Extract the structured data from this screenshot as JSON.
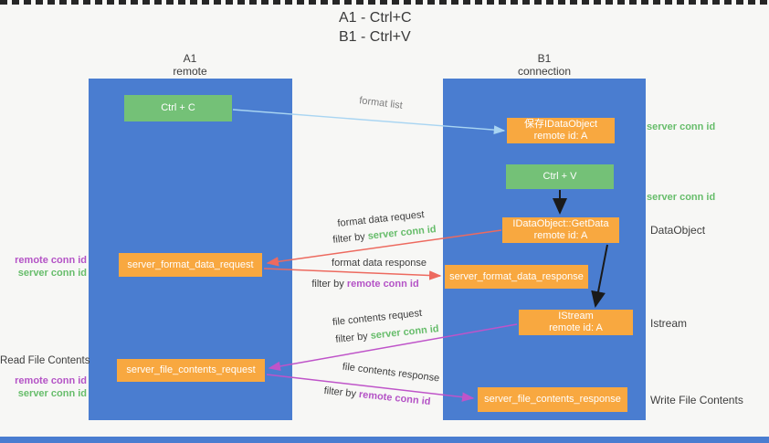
{
  "title": {
    "line1": "A1 - Ctrl+C",
    "line2": "B1 - Ctrl+V"
  },
  "columns": {
    "a": {
      "name": "A1",
      "subtitle": "remote"
    },
    "b": {
      "name": "B1",
      "subtitle": "connection"
    }
  },
  "boxes": {
    "ctrl_c": "Ctrl + C",
    "ctrl_v": "Ctrl + V",
    "save_idataobject": {
      "line1": "保存IDataObject",
      "line2": "remote id: A"
    },
    "getdata": {
      "line1": "IDataObject::GetData",
      "line2": "remote id: A"
    },
    "istream": {
      "line1": "IStream",
      "line2": "remote id: A"
    },
    "format_request": "server_format_data_request",
    "format_response": "server_format_data_response",
    "file_request": "server_file_contents_request",
    "file_response": "server_file_contents_response"
  },
  "arrow_labels": {
    "format_list": "format list",
    "format_data_request": "format data request",
    "filter_by_1_prefix": "filter by ",
    "filter_by_1_value": "server conn id",
    "format_data_response": "format data response",
    "filter_by_2_prefix": "filter by ",
    "filter_by_2_value": "remote conn id",
    "file_contents_request": "file contents request",
    "filter_by_3_prefix": "filter by ",
    "filter_by_3_value": "server conn id",
    "file_contents_response": "file contents response",
    "filter_by_4_prefix": "filter by ",
    "filter_by_4_value": "remote conn id"
  },
  "side_labels": {
    "left": {
      "remote_conn_id_1": "remote conn id",
      "server_conn_id_1": "server conn id",
      "read_file_contents": "Read File Contents",
      "remote_conn_id_2": "remote conn id",
      "server_conn_id_2": "server conn id"
    },
    "right": {
      "server_conn_id_1": "server conn id",
      "server_conn_id_2": "server conn id",
      "dataobject": "DataObject",
      "istream": "Istream",
      "write_file_contents": "Write File Contents"
    }
  },
  "colors": {
    "lane_blue": "#4a7dd0",
    "box_orange": "#f8a840",
    "box_green": "#74c177",
    "arrow_light_blue": "#a9d5f2",
    "arrow_red": "#ed6a5f",
    "arrow_magenta": "#bf54c9",
    "arrow_black": "#1a1a1a",
    "label_green": "#67bd6b",
    "label_purple": "#b453c6"
  }
}
